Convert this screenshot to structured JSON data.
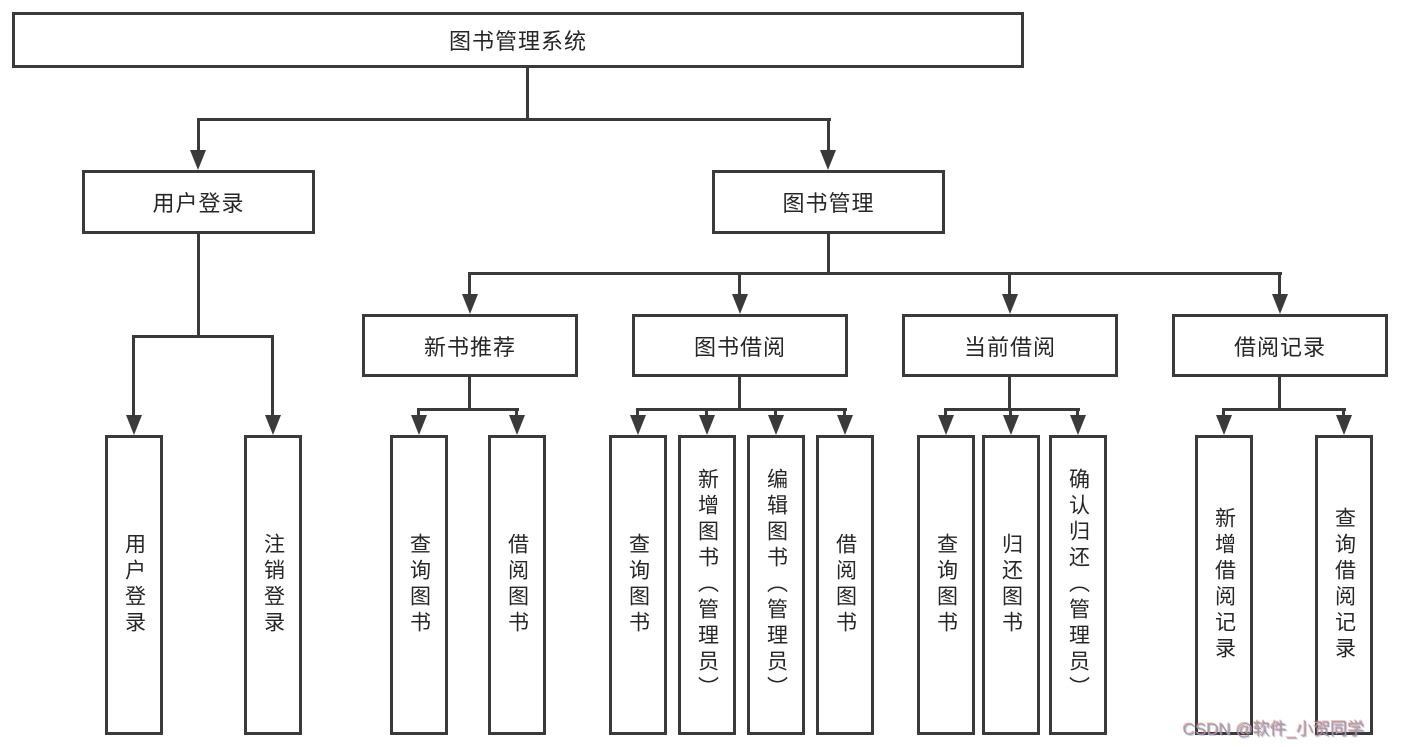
{
  "watermark": "CSDN @软件_小贺同学",
  "colors": {
    "line": "#3a3a3a",
    "text": "#262626",
    "watermark": "#a0a0a0",
    "background": "#ffffff"
  },
  "tree": {
    "label": "图书管理系统",
    "children": [
      {
        "label": "用户登录",
        "children": [
          {
            "label": "用户登录"
          },
          {
            "label": "注销登录"
          }
        ]
      },
      {
        "label": "图书管理",
        "children": [
          {
            "label": "新书推荐",
            "children": [
              {
                "label": "查询图书"
              },
              {
                "label": "借阅图书"
              }
            ]
          },
          {
            "label": "图书借阅",
            "children": [
              {
                "label": "查询图书"
              },
              {
                "label": "新增图书（管理员）"
              },
              {
                "label": "编辑图书（管理员）"
              },
              {
                "label": "借阅图书"
              }
            ]
          },
          {
            "label": "当前借阅",
            "children": [
              {
                "label": "查询图书"
              },
              {
                "label": "归还图书"
              },
              {
                "label": "确认归还（管理员）"
              }
            ]
          },
          {
            "label": "借阅记录",
            "children": [
              {
                "label": "新增借阅记录"
              },
              {
                "label": "查询借阅记录"
              }
            ]
          }
        ]
      }
    ]
  }
}
